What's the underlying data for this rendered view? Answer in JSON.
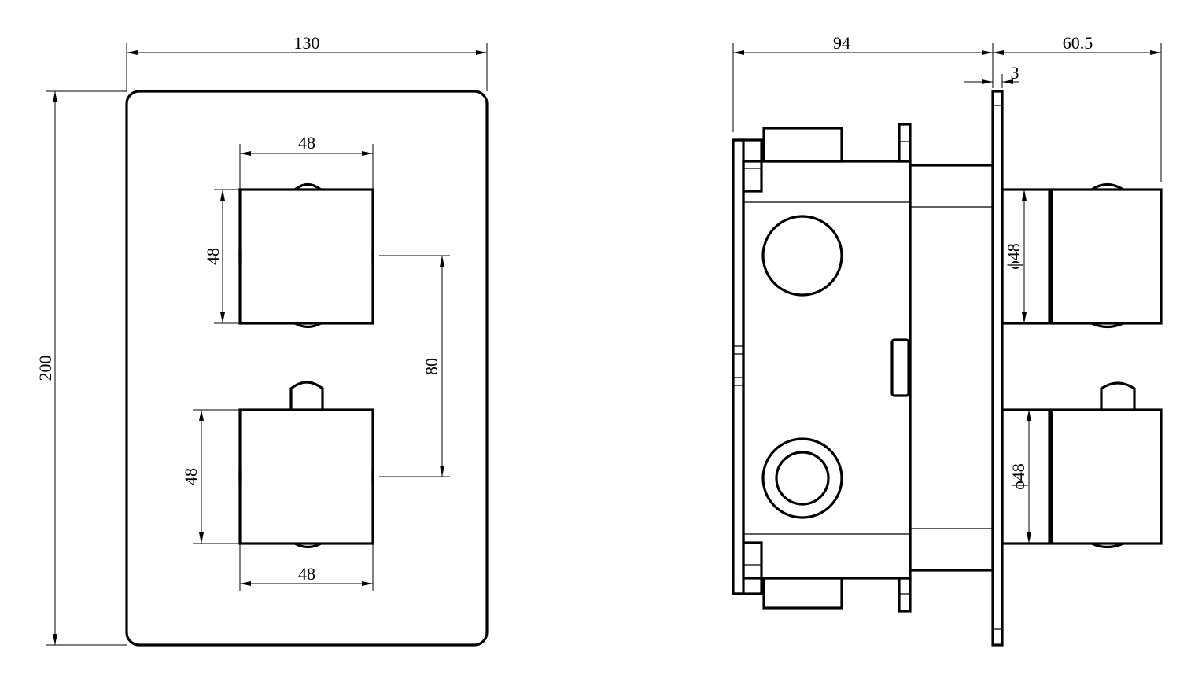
{
  "front_view": {
    "width_label": "130",
    "height_label": "200",
    "knob_top_width_label": "48",
    "knob_top_height_label": "48",
    "knob_spacing_label": "80",
    "knob_bottom_height_label": "48",
    "knob_bottom_width_label": "48"
  },
  "side_view": {
    "body_depth_label": "94",
    "knob_projection_label": "60.5",
    "plate_thickness_label": "3",
    "knob_top_diameter_label": "ϕ48",
    "knob_bottom_diameter_label": "ϕ48"
  }
}
